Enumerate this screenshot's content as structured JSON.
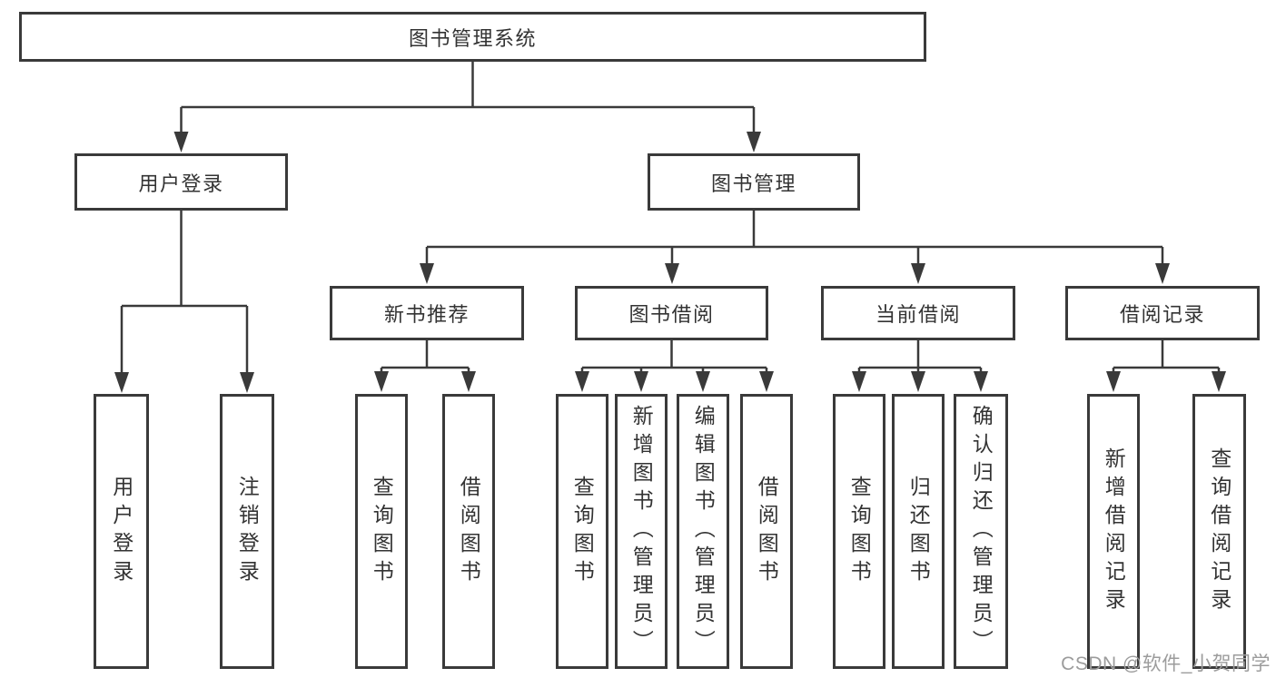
{
  "diagram": {
    "root": "图书管理系统",
    "level2": {
      "user_login": {
        "label": "用户登录",
        "children": [
          "用户登录",
          "注销登录"
        ]
      },
      "book_mgmt": {
        "label": "图书管理"
      }
    },
    "level3": {
      "new_books": {
        "label": "新书推荐",
        "children": [
          "查询图书",
          "借阅图书"
        ]
      },
      "book_borrow": {
        "label": "图书借阅",
        "children": [
          "查询图书",
          "新增图书（管理员）",
          "编辑图书（管理员）",
          "借阅图书"
        ]
      },
      "current_borrow": {
        "label": "当前借阅",
        "children": [
          "查询图书",
          "归还图书",
          "确认归还（管理员）"
        ]
      },
      "borrow_records": {
        "label": "借阅记录",
        "children": [
          "新增借阅记录",
          "查询借阅记录"
        ]
      }
    }
  },
  "watermark": "CSDN @软件_小贺同学",
  "colors": {
    "line": "#3a3a3a",
    "text": "#333333",
    "watermark": "#9c9c9c",
    "background": "#ffffff"
  }
}
